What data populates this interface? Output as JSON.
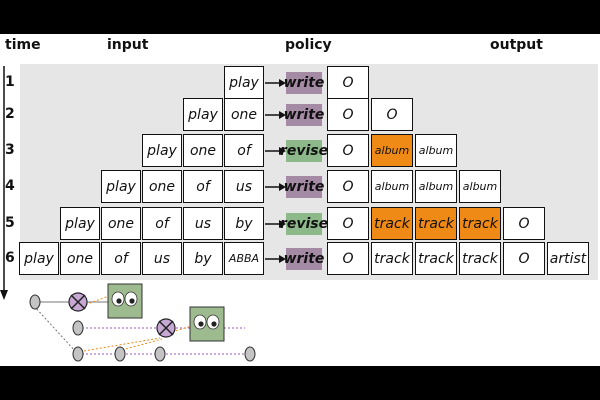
{
  "headers": {
    "time": "time",
    "input": "input",
    "policy": "policy",
    "output": "output"
  },
  "rows": [
    {
      "step": "1",
      "input": [
        "play"
      ],
      "policy": "write",
      "output": [
        "O"
      ]
    },
    {
      "step": "2",
      "input": [
        "play",
        "one"
      ],
      "policy": "write",
      "output": [
        "O",
        "O"
      ]
    },
    {
      "step": "3",
      "input": [
        "play",
        "one",
        "of"
      ],
      "policy": "revise",
      "output": [
        "O",
        "album",
        "album"
      ]
    },
    {
      "step": "4",
      "input": [
        "play",
        "one",
        "of",
        "us"
      ],
      "policy": "write",
      "output": [
        "O",
        "album",
        "album",
        "album"
      ]
    },
    {
      "step": "5",
      "input": [
        "play",
        "one",
        "of",
        "us",
        "by"
      ],
      "policy": "revise",
      "output": [
        "O",
        "track",
        "track",
        "track",
        "O"
      ]
    },
    {
      "step": "6",
      "input": [
        "play",
        "one",
        "of",
        "us",
        "by",
        "ABBA"
      ],
      "policy": "write",
      "output": [
        "O",
        "track",
        "track",
        "track",
        "O",
        "artist"
      ]
    }
  ],
  "colors": {
    "write_policy": "#a58aa6",
    "revise_policy": "#8db98a",
    "revised_token": "#f08a16",
    "panel_background": "#e6e6e6"
  },
  "icons": [
    "eyes-icon",
    "cross-circle-icon"
  ]
}
